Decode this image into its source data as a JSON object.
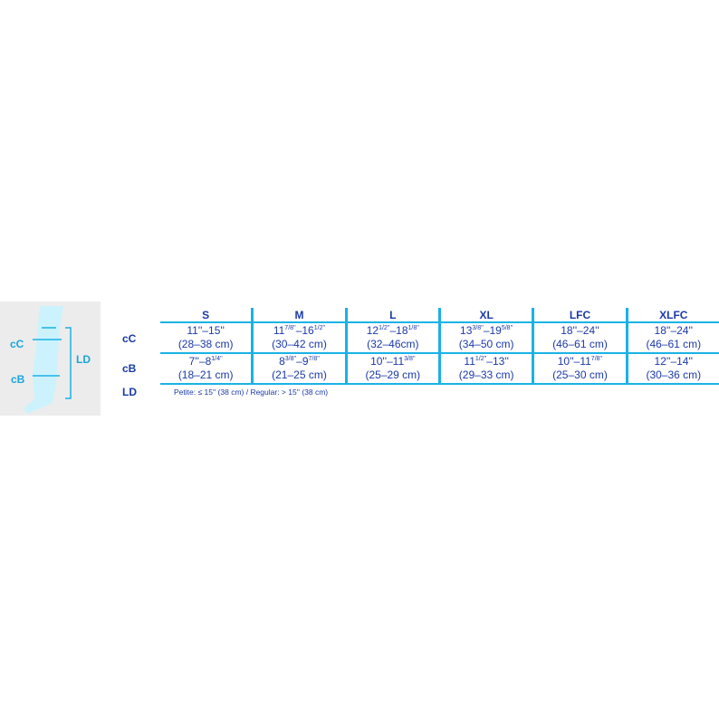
{
  "diagram": {
    "labels": {
      "cC": "cC",
      "cB": "cB",
      "LD": "LD"
    }
  },
  "table": {
    "row_labels": [
      "cC",
      "cB",
      "LD"
    ],
    "sizes": [
      "S",
      "M",
      "L",
      "XL",
      "LFC",
      "XLFC"
    ],
    "cC": [
      {
        "inch": [
          {
            "t": "11''–15''"
          }
        ],
        "cm": "(28–38 cm)"
      },
      {
        "inch": [
          {
            "t": "11"
          },
          {
            "s": "7/8''"
          },
          {
            "t": "–16"
          },
          {
            "s": "1/2''"
          }
        ],
        "cm": "(30–42 cm)"
      },
      {
        "inch": [
          {
            "t": "12"
          },
          {
            "s": "1/2''"
          },
          {
            "t": "–18"
          },
          {
            "s": "1/8''"
          }
        ],
        "cm": "(32–46cm)"
      },
      {
        "inch": [
          {
            "t": "13"
          },
          {
            "s": "3/8''"
          },
          {
            "t": "–19"
          },
          {
            "s": "5/8''"
          }
        ],
        "cm": "(34–50 cm)"
      },
      {
        "inch": [
          {
            "t": "18''–24''"
          }
        ],
        "cm": "(46–61 cm)"
      },
      {
        "inch": [
          {
            "t": "18''–24''"
          }
        ],
        "cm": "(46–61 cm)"
      }
    ],
    "cB": [
      {
        "inch": [
          {
            "t": "7''–8"
          },
          {
            "s": "1/4''"
          }
        ],
        "cm": "(18–21 cm)"
      },
      {
        "inch": [
          {
            "t": "8"
          },
          {
            "s": "3/8''"
          },
          {
            "t": "–9"
          },
          {
            "s": "7/8''"
          }
        ],
        "cm": "(21–25 cm)"
      },
      {
        "inch": [
          {
            "t": "10''–11"
          },
          {
            "s": "3/8''"
          }
        ],
        "cm": "(25–29 cm)"
      },
      {
        "inch": [
          {
            "t": "11"
          },
          {
            "s": "1/2''"
          },
          {
            "t": "–13''"
          }
        ],
        "cm": "(29–33 cm)"
      },
      {
        "inch": [
          {
            "t": "10''–11"
          },
          {
            "s": "7/8''"
          }
        ],
        "cm": "(25–30 cm)"
      },
      {
        "inch": [
          {
            "t": "12''–14''"
          }
        ],
        "cm": "(30–36 cm)"
      }
    ],
    "LD_note": "Petite: ≤ 15'' (38 cm) / Regular: > 15'' (38 cm)"
  },
  "colors": {
    "accent": "#19b2e6",
    "text": "#1a3aa8",
    "leg": "#ccf3fd"
  }
}
